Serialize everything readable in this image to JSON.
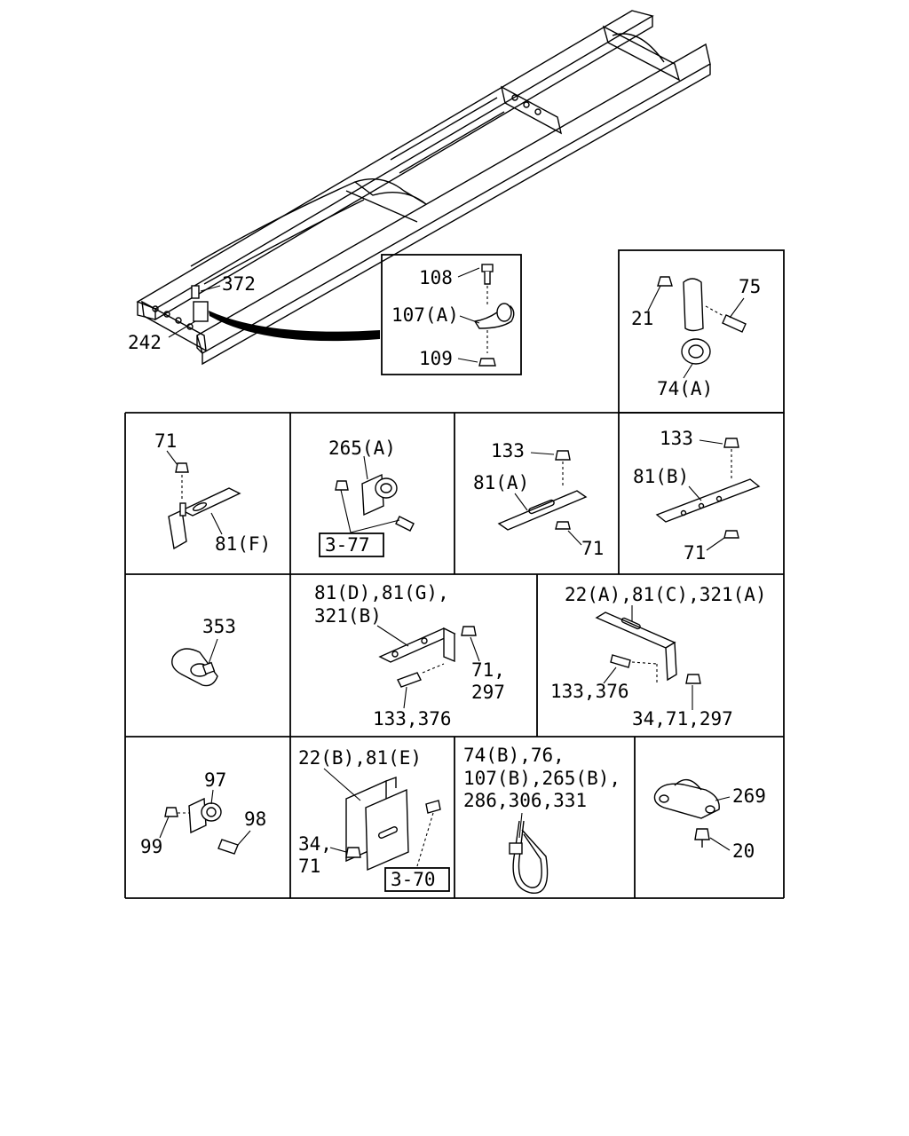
{
  "labels": {
    "frame_372": "372",
    "frame_242": "242",
    "inset_108": "108",
    "inset_107a": "107(A)",
    "inset_109": "109",
    "tr_21": "21",
    "tr_75": "75",
    "tr_74a": "74(A)",
    "c1_71": "71",
    "c1_81f": "81(F)",
    "c2_265a": "265(A)",
    "c2_ref": "3-77",
    "c3_133": "133",
    "c3_81a": "81(A)",
    "c3_71": "71",
    "c4_133": "133",
    "c4_81b": "81(B)",
    "c4_71": "71",
    "d1_353": "353",
    "d2_l1": "81(D),81(G),",
    "d2_l2": "321(B)",
    "d2_l3": "71,",
    "d2_l4": "297",
    "d2_l5": "133,376",
    "d3_l1": "22(A),81(C),321(A)",
    "d3_l2": "133,376",
    "d3_l3": "34,71,297",
    "e1_97": "97",
    "e1_98": "98",
    "e1_99": "99",
    "e2_l1": "22(B),81(E)",
    "e2_l2": "34,",
    "e2_l3": "71",
    "e2_ref": "3-70",
    "e3_l1": "74(B),76,",
    "e3_l2": "107(B),265(B),",
    "e3_l3": "286,306,331",
    "e4_269": "269",
    "e4_20": "20"
  }
}
